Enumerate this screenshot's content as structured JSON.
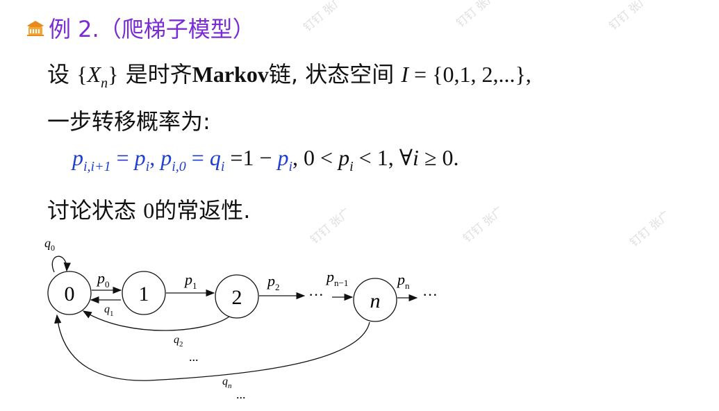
{
  "watermarks": [
    "钉钉 张广",
    "钉钉 张广",
    "钉钉 张广",
    "钉钉 张广",
    "钉钉 张广",
    "钉钉 张广"
  ],
  "title": {
    "label": "例 2.",
    "paren": "（爬梯子模型）",
    "icon": "graduation-hat-icon",
    "color": "#7a2bd6"
  },
  "line1": {
    "prefix": "设 ",
    "set_open": "{",
    "var": "X",
    "var_sub": "n",
    "set_close": "}",
    "mid": " 是时齐",
    "markov": "Markov",
    "after": "链, 状态空间 ",
    "space_var": "I",
    "space_eq": " = {0,1, 2,...},"
  },
  "line2": {
    "text": "一步转移概率为:"
  },
  "formula": {
    "p1": "p",
    "p1_sub": "i,i+1",
    "eq1": " = ",
    "p2": "p",
    "p2_sub": "i",
    "comma1": ", ",
    "p3": "p",
    "p3_sub": "i,0",
    "eq2": " = ",
    "q": "q",
    "q_sub": "i",
    "rest1": " =1 − ",
    "p4": "p",
    "p4_sub": "i",
    "rest2": ", 0 < ",
    "p5": "p",
    "p5_sub": "i",
    "rest3": " < 1, ∀",
    "i": "i",
    "rest4": " ≥ 0."
  },
  "line4": {
    "prefix": "讨论状态 ",
    "state": "0",
    "suffix": "的常返性."
  },
  "diagram": {
    "nodes": [
      "0",
      "1",
      "2",
      "n"
    ],
    "forward_labels": [
      {
        "base": "p",
        "sub": "0"
      },
      {
        "base": "p",
        "sub": "1"
      },
      {
        "base": "p",
        "sub": "2"
      },
      {
        "base": "p",
        "sub": "n−1"
      },
      {
        "base": "p",
        "sub": "n"
      }
    ],
    "back_labels": [
      {
        "base": "q",
        "sub": "0"
      },
      {
        "base": "q",
        "sub": "1"
      },
      {
        "base": "q",
        "sub": "2"
      },
      {
        "base": "q",
        "sub": "n"
      }
    ],
    "ellipsis": "···",
    "dots_diag": "..."
  }
}
